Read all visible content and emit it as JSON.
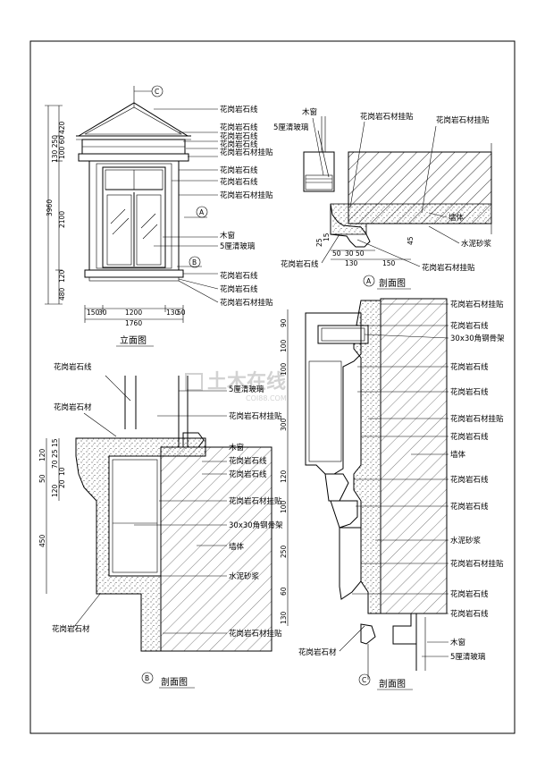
{
  "elevation": {
    "title": "立面图",
    "labels": [
      "花岗岩石线",
      "花岗岩石线",
      "花岗岩石线",
      "花岗岩石线",
      "花岗岩石材挂贴",
      "花岗岩石线",
      "花岗岩石线",
      "花岗岩石材挂贴",
      "木窗",
      "5厘清玻璃",
      "花岗岩石线",
      "花岗岩石线",
      "花岗岩石材挂贴"
    ],
    "vdims": [
      "420",
      "100 60",
      "130 250",
      "2100",
      "3960",
      "120",
      "480"
    ],
    "hdims": [
      "150",
      "30",
      "1200",
      "130",
      "50",
      "1760"
    ],
    "markers": [
      "C",
      "A",
      "B"
    ]
  },
  "sectionA": {
    "title": "剖面图",
    "marker": "A",
    "labels": [
      "木窗",
      "5厘清玻璃",
      "花岗岩石材挂贴",
      "花岗岩石材挂贴",
      "墙体",
      "水泥砂浆",
      "花岗岩石材挂贴",
      "花岗岩石线"
    ],
    "dims": [
      "50",
      "30",
      "50",
      "130",
      "150",
      "45",
      "25",
      "15"
    ]
  },
  "sectionB": {
    "title": "剖面图",
    "marker": "B",
    "labels": [
      "花岗岩石线",
      "花岗岩石材",
      "5厘清玻璃",
      "花岗岩石材挂贴",
      "木窗",
      "花岗岩石线",
      "花岗岩石线",
      "花岗岩石材挂贴",
      "30x30角钢骨架",
      "墙体",
      "水泥砂浆",
      "花岗岩石材",
      "花岗岩石材挂贴"
    ],
    "dims": [
      "120",
      "15",
      "25",
      "70",
      "50",
      "120",
      "10",
      "20",
      "450"
    ]
  },
  "sectionC": {
    "title": "剖面图",
    "marker": "C",
    "labels": [
      "花岗岩石材挂贴",
      "花岗岩石线",
      "30x30角钢骨架",
      "花岗岩石线",
      "花岗岩石线",
      "花岗岩石材挂贴",
      "花岗岩石线",
      "墙体",
      "花岗岩石线",
      "花岗岩石线",
      "水泥砂浆",
      "花岗岩石材挂贴",
      "花岗岩石线",
      "花岗岩石线",
      "木窗",
      "5厘清玻璃",
      "花岗岩石材"
    ],
    "dims": [
      "90",
      "100",
      "100",
      "300",
      "120",
      "100",
      "250",
      "60",
      "130"
    ]
  },
  "watermark": {
    "main": "土木在线",
    "sub": "COI88.COM"
  }
}
